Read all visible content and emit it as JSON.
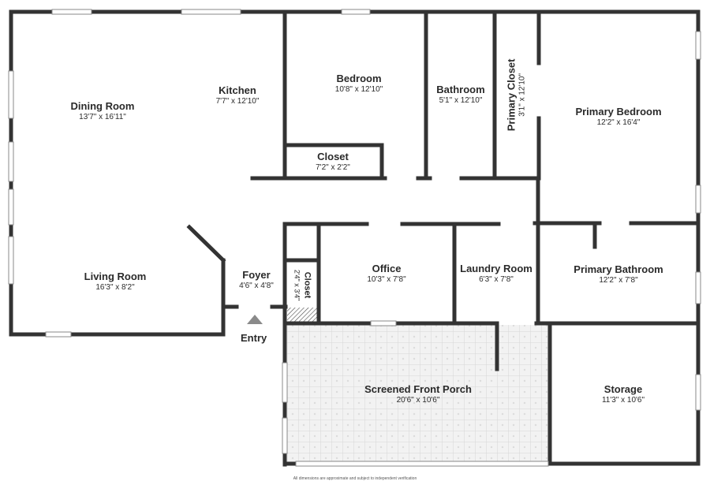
{
  "rooms": {
    "dining": {
      "name": "Dining Room",
      "dims": "13'7\" x 16'11\""
    },
    "kitchen": {
      "name": "Kitchen",
      "dims": "7'7\" x 12'10\""
    },
    "bedroom": {
      "name": "Bedroom",
      "dims": "10'8\" x 12'10\""
    },
    "bathroom": {
      "name": "Bathroom",
      "dims": "5'1\" x 12'10\""
    },
    "primary_closet": {
      "name": "Primary Closet",
      "dims": "3'1\" x 12'10\""
    },
    "primary_bedroom": {
      "name": "Primary Bedroom",
      "dims": "12'2\" x 16'4\""
    },
    "closet_hall": {
      "name": "Closet",
      "dims": "7'2\" x 2'2\""
    },
    "living": {
      "name": "Living Room",
      "dims": "16'3\" x 8'2\""
    },
    "foyer": {
      "name": "Foyer",
      "dims": "4'6\" x 4'8\""
    },
    "closet_foyer": {
      "name": "Closet",
      "dims": "2'4\" x 3'4\""
    },
    "office": {
      "name": "Office",
      "dims": "10'3\" x 7'8\""
    },
    "laundry": {
      "name": "Laundry Room",
      "dims": "6'3\" x 7'8\""
    },
    "primary_bathroom": {
      "name": "Primary Bathroom",
      "dims": "12'2\" x 7'8\""
    },
    "porch": {
      "name": "Screened Front Porch",
      "dims": "20'6\" x 10'6\""
    },
    "storage": {
      "name": "Storage",
      "dims": "11'3\" x 10'6\""
    }
  },
  "entry_label": "Entry",
  "footnote": "All dimensions are approximate and subject to independent verification",
  "colors": {
    "wall": "#333333",
    "window": "#ffffff",
    "porch_fill": "#efefef",
    "arrow": "#8a8a8a"
  },
  "icons": {
    "entry": "entry-arrow-icon"
  }
}
